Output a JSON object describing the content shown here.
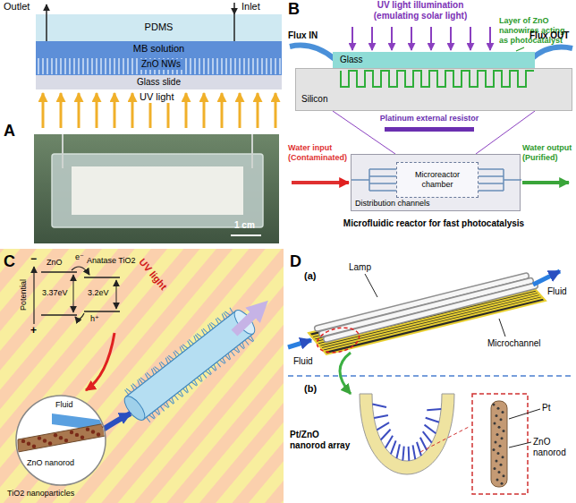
{
  "diagram": {
    "nodes": [
      {
        "text": [
          "PDMS"
        ]
      },
      {
        "text": [
          "MB solution"
        ]
      },
      {
        "text": [
          "Glass slide"
        ]
      },
      {
        "text": [
          "Glass"
        ]
      },
      {
        "text": [
          "Silicon"
        ]
      },
      {
        "text": [
          "Distribution channels"
        ]
      },
      {
        "text": [
          "Microreactor chamber"
        ],
        "in": 5
      }
    ],
    "labels": [
      "A",
      "Outlet",
      "Inlet",
      "ZnO NWs",
      "UV light",
      "1 cm",
      "B",
      "UV light illumination (emulating solar light)",
      "Layer of ZnO nanowires acting as photocatalyst",
      "Flux IN",
      "Flux OUT",
      "Platinum external resistor",
      "Water input (Contaminated)",
      "Water output (Purified)",
      "Microfluidic reactor for fast photocatalysis",
      "C",
      "−",
      "Potential",
      "+",
      "ZnO",
      "e⁻",
      "Anatase TiO2",
      "3.37eV",
      "3.2eV",
      "h⁺",
      "UV light",
      "Fluid",
      "ZnO nanorod",
      "TiO2 nanoparticles",
      "D",
      "(a)",
      "Lamp",
      "Fluid",
      "Microchannel",
      "Fluid",
      "(b)",
      "Pt/ZnO nanorod array",
      "Pt",
      "ZnO nanorod"
    ]
  }
}
